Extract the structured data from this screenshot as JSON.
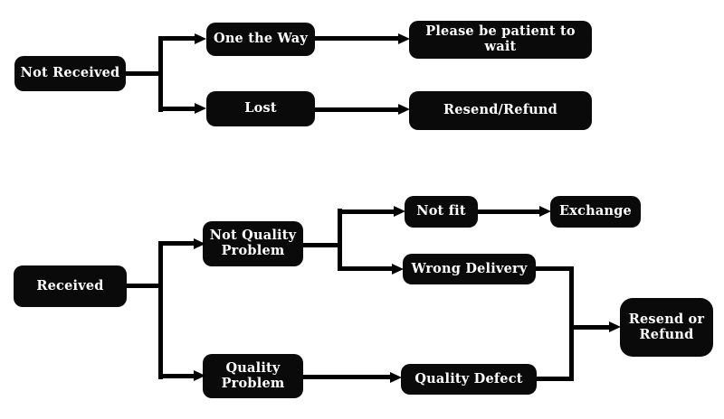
{
  "diagram": {
    "type": "flowchart",
    "background_color": "#ffffff",
    "node_fill_color": "#0a0a0a",
    "node_text_color": "#ffffff",
    "connector_color": "#000000",
    "nodes": {
      "not_received": {
        "label": "Not Received"
      },
      "one_the_way": {
        "label": "One the Way"
      },
      "lost": {
        "label": "Lost"
      },
      "please_be_patient": {
        "label": "Please be patient to wait"
      },
      "resend_refund": {
        "label": "Resend/Refund"
      },
      "received": {
        "label": "Received"
      },
      "not_quality_problem": {
        "label": "Not Quality Problem"
      },
      "quality_problem": {
        "label": "Quality Problem"
      },
      "not_fit": {
        "label": "Not fit"
      },
      "exchange": {
        "label": "Exchange"
      },
      "wrong_delivery": {
        "label": "Wrong Delivery"
      },
      "quality_defect": {
        "label": "Quality Defect"
      },
      "resend_or_refund": {
        "label": "Resend or Refund"
      }
    },
    "edges": [
      {
        "from": "Not Received",
        "to": "One the Way"
      },
      {
        "from": "Not Received",
        "to": "Lost"
      },
      {
        "from": "One the Way",
        "to": "Please be patient to wait"
      },
      {
        "from": "Lost",
        "to": "Resend/Refund"
      },
      {
        "from": "Received",
        "to": "Not Quality Problem"
      },
      {
        "from": "Received",
        "to": "Quality Problem"
      },
      {
        "from": "Not Quality Problem",
        "to": "Not fit"
      },
      {
        "from": "Not Quality Problem",
        "to": "Wrong Delivery"
      },
      {
        "from": "Not fit",
        "to": "Exchange"
      },
      {
        "from": "Wrong Delivery",
        "to": "Resend or Refund"
      },
      {
        "from": "Quality Problem",
        "to": "Quality Defect"
      },
      {
        "from": "Quality Defect",
        "to": "Resend or Refund"
      }
    ]
  }
}
